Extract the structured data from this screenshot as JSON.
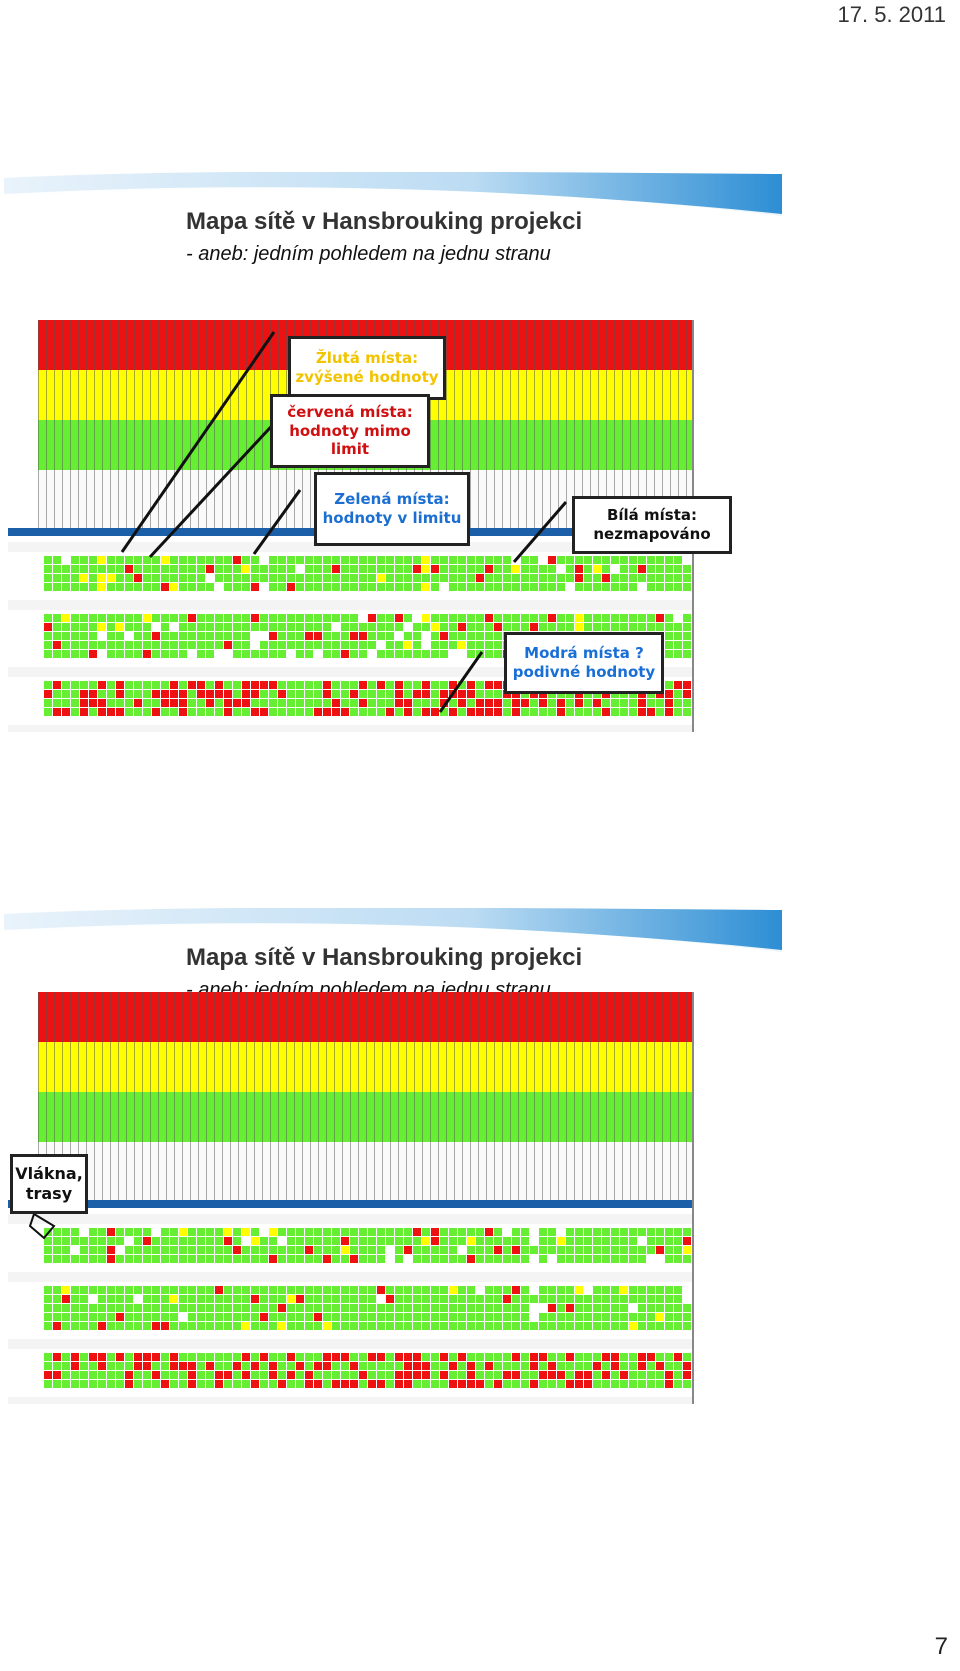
{
  "page": {
    "date": "17. 5. 2011",
    "number": "7"
  },
  "slides": [
    {
      "title": "Mapa sítě v Hansbrouking projekci",
      "subtitle": "-   aneb: jedním pohledem na jednu stranu",
      "callouts": {
        "yellow": "Žlutá místa:\nzvýšené hodnoty",
        "red": "červená místa:\nhodnoty mimo\nlimit",
        "green": "Zelená místa:\nhodnoty v limitu",
        "white": "Bílá místa:\nnezmapováno",
        "blue": "Modrá místa ?\npodivné hodnoty"
      }
    },
    {
      "title": "Mapa sítě v Hansbrouking projekci",
      "subtitle": "-   aneb: jedním pohledem na jednu stranu",
      "callouts": {
        "trasy": "Vlákna,\ntrasy"
      }
    }
  ],
  "colors": {
    "red": "#ee1111",
    "yellow": "#ffff00",
    "green": "#66ee33",
    "header_blue": "#1a5fa8",
    "swoosh_light": "#d9ecf8",
    "swoosh_dark": "#2d8ed4"
  }
}
